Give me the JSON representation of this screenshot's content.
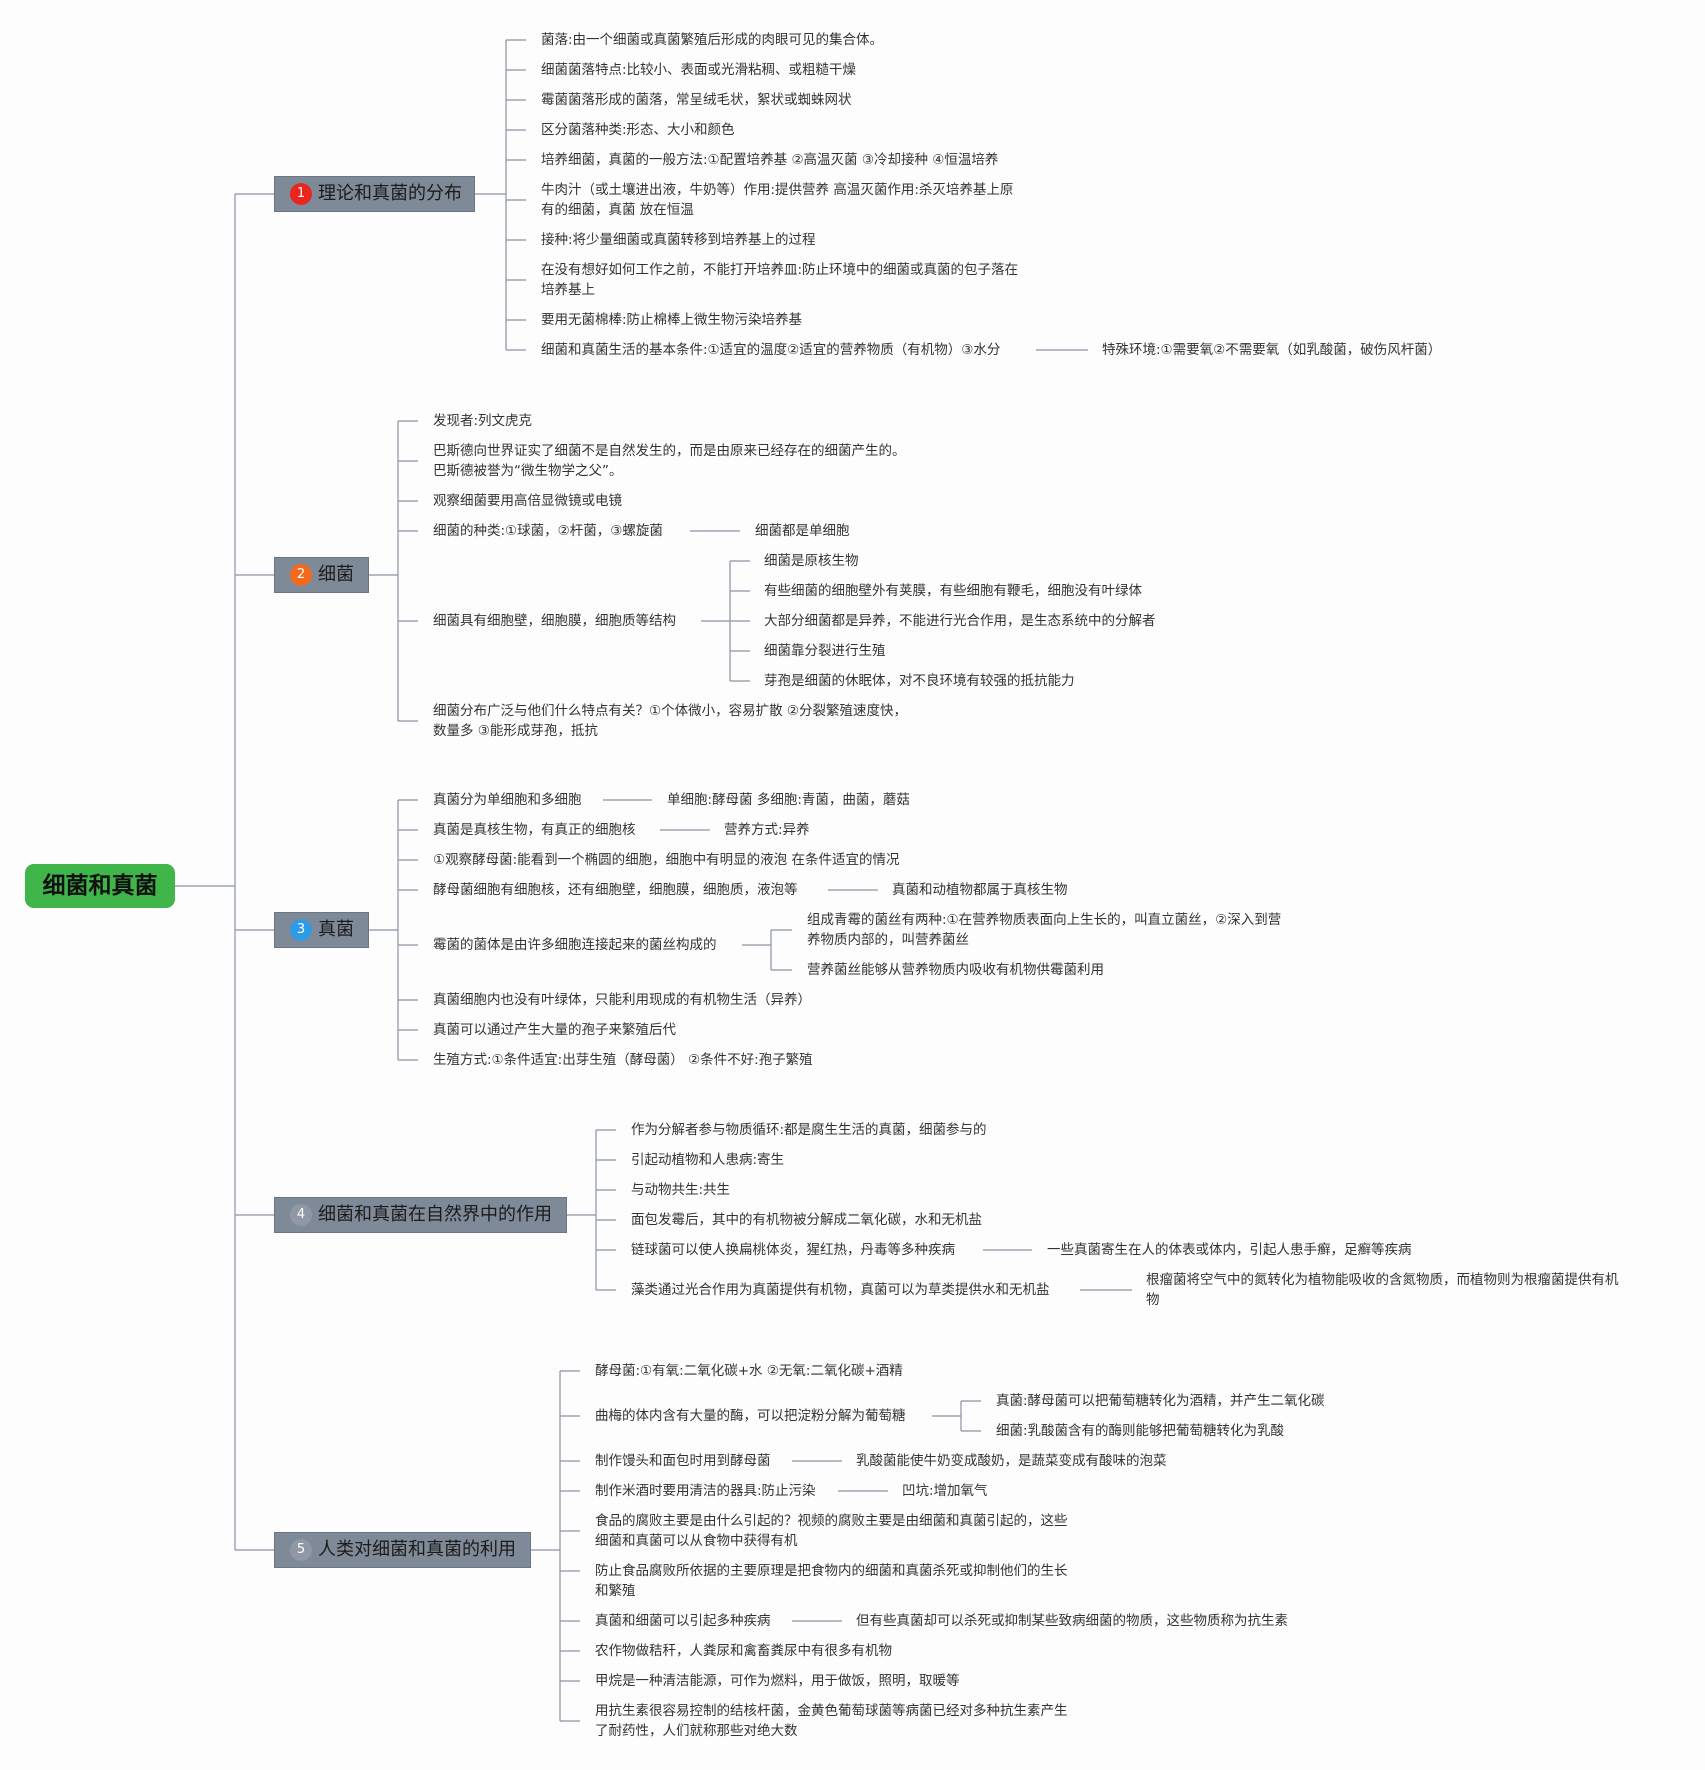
{
  "colors": {
    "root": "#3fb54a",
    "branch": "#7f8a98",
    "line": "#8a94a3",
    "badge_1": "#e8261d",
    "badge_2": "#f26b1d",
    "badge_3": "#2f9be5",
    "badge_4": "#8f98a4",
    "badge_5": "#8f98a4"
  },
  "root": {
    "label": "细菌和真菌"
  },
  "branches": [
    {
      "badge": "1",
      "label": "理论和真菌的分布",
      "items": [
        "菌落:由一个细菌或真菌繁殖后形成的肉眼可见的集合体。",
        "细菌菌落特点:比较小、表面或光滑粘稠、或粗糙干燥",
        "霉菌菌落形成的菌落，常呈绒毛状，絮状或蜘蛛网状",
        "区分菌落种类:形态、大小和颜色",
        "培养细菌，真菌的一般方法:①配置培养基 ②高温灭菌 ③冷却接种 ④恒温培养",
        "牛肉汁（或土壤进出液，牛奶等）作用:提供营养 高温灭菌作用:杀灭培养基上原\n有的细菌，真菌 放在恒温",
        "接种:将少量细菌或真菌转移到培养基上的过程",
        "在没有想好如何工作之前，不能打开培养皿:防止环境中的细菌或真菌的包子落在\n培养基上",
        "要用无菌棉棒:防止棉棒上微生物污染培养基",
        "细菌和真菌生活的基本条件:①适宜的温度②适宜的营养物质（有机物）③水分"
      ],
      "extras": [
        "特殊环境:①需要氧②不需要氧（如乳酸菌，破伤风杆菌）"
      ]
    },
    {
      "badge": "2",
      "label": "细菌",
      "items": [
        "发现者:列文虎克",
        "巴斯德向世界证实了细菌不是自然发生的，而是由原来已经存在的细菌产生的。\n巴斯德被誉为“微生物学之父”。",
        "观察细菌要用高倍显微镜或电镜",
        "细菌的种类:①球菌，②杆菌，③螺旋菌",
        "细菌具有细胞壁，细胞膜，细胞质等结构",
        "细菌分布广泛与他们什么特点有关？①个体微小，容易扩散 ②分裂繁殖速度快，\n数量多 ③能形成芽孢，抵抗"
      ],
      "extras": [
        "细菌都是单细胞",
        "细菌是原核生物",
        "有些细菌的细胞壁外有荚膜，有些细胞有鞭毛，细胞没有叶绿体",
        "大部分细菌都是异养，不能进行光合作用，是生态系统中的分解者",
        "细菌靠分裂进行生殖",
        "芽孢是细菌的休眠体，对不良环境有较强的抵抗能力"
      ]
    },
    {
      "badge": "3",
      "label": "真菌",
      "items": [
        "真菌分为单细胞和多细胞",
        "真菌是真核生物，有真正的细胞核",
        "①观察酵母菌:能看到一个椭圆的细胞，细胞中有明显的液泡 在条件适宜的情况",
        "酵母菌细胞有细胞核，还有细胞壁，细胞膜，细胞质，液泡等",
        "霉菌的菌体是由许多细胞连接起来的菌丝构成的",
        "真菌细胞内也没有叶绿体，只能利用现成的有机物生活（异养）",
        "真菌可以通过产生大量的孢子来繁殖后代",
        "生殖方式:①条件适宜:出芽生殖（酵母菌） ②条件不好:孢子繁殖"
      ],
      "extras": [
        "单细胞:酵母菌 多细胞:青菌，曲菌，蘑菇",
        "营养方式:异养",
        "真菌和动植物都属于真核生物",
        "组成青霉的菌丝有两种:①在营养物质表面向上生长的，叫直立菌丝，②深入到营\n养物质内部的，叫营养菌丝",
        "营养菌丝能够从营养物质内吸收有机物供霉菌利用"
      ]
    },
    {
      "badge": "4",
      "label": "细菌和真菌在自然界中的作用",
      "items": [
        "作为分解者参与物质循环:都是腐生生活的真菌，细菌参与的",
        "引起动植物和人患病:寄生",
        "与动物共生:共生",
        "面包发霉后，其中的有机物被分解成二氧化碳，水和无机盐",
        "链球菌可以使人换扁桃体炎，猩红热，丹毒等多种疾病",
        "藻类通过光合作用为真菌提供有机物，真菌可以为草类提供水和无机盐"
      ],
      "extras": [
        "一些真菌寄生在人的体表或体内，引起人患手癣，足癣等疾病",
        "根瘤菌将空气中的氮转化为植物能吸收的含氮物质，而植物则为根瘤菌提供有机\n物"
      ]
    },
    {
      "badge": "5",
      "label": "人类对细菌和真菌的利用",
      "items": [
        "酵母菌:①有氧:二氧化碳+水 ②无氧:二氧化碳+酒精",
        "曲梅的体内含有大量的酶，可以把淀粉分解为葡萄糖",
        "制作馒头和面包时用到酵母菌",
        "制作米酒时要用清洁的器具:防止污染",
        "食品的腐败主要是由什么引起的？视频的腐败主要是由细菌和真菌引起的，这些\n细菌和真菌可以从食物中获得有机",
        "防止食品腐败所依据的主要原理是把食物内的细菌和真菌杀死或抑制他们的生长\n和繁殖",
        "真菌和细菌可以引起多种疾病",
        "农作物做秸秆，人粪尿和禽畜粪尿中有很多有机物",
        "甲烷是一种清洁能源，可作为燃料，用于做饭，照明，取暖等",
        "用抗生素很容易控制的结核杆菌，金黄色葡萄球菌等病菌已经对多种抗生素产生\n了耐药性，人们就称那些对绝大数"
      ],
      "extras": [
        "真菌:酵母菌可以把葡萄糖转化为酒精，并产生二氧化碳",
        "细菌:乳酸菌含有的酶则能够把葡萄糖转化为乳酸",
        "乳酸菌能使牛奶变成酸奶，是蔬菜变成有酸味的泡菜",
        "凹坑:增加氧气",
        "但有些真菌却可以杀死或抑制某些致病细菌的物质，这些物质称为抗生素"
      ]
    }
  ]
}
